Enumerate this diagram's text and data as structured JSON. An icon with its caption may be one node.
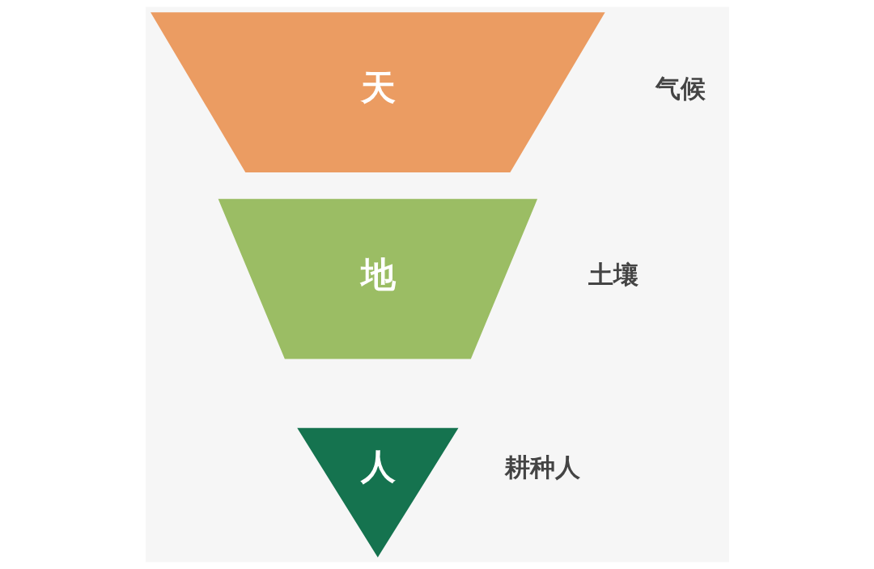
{
  "diagram": {
    "nodes": [
      {
        "text": [
          "天"
        ],
        "beside": [
          "气候"
        ]
      },
      {
        "text": [
          "地"
        ],
        "beside": [
          "土壤"
        ]
      },
      {
        "text": [
          "人"
        ],
        "beside": [
          "耕种人"
        ]
      }
    ],
    "edges": []
  }
}
